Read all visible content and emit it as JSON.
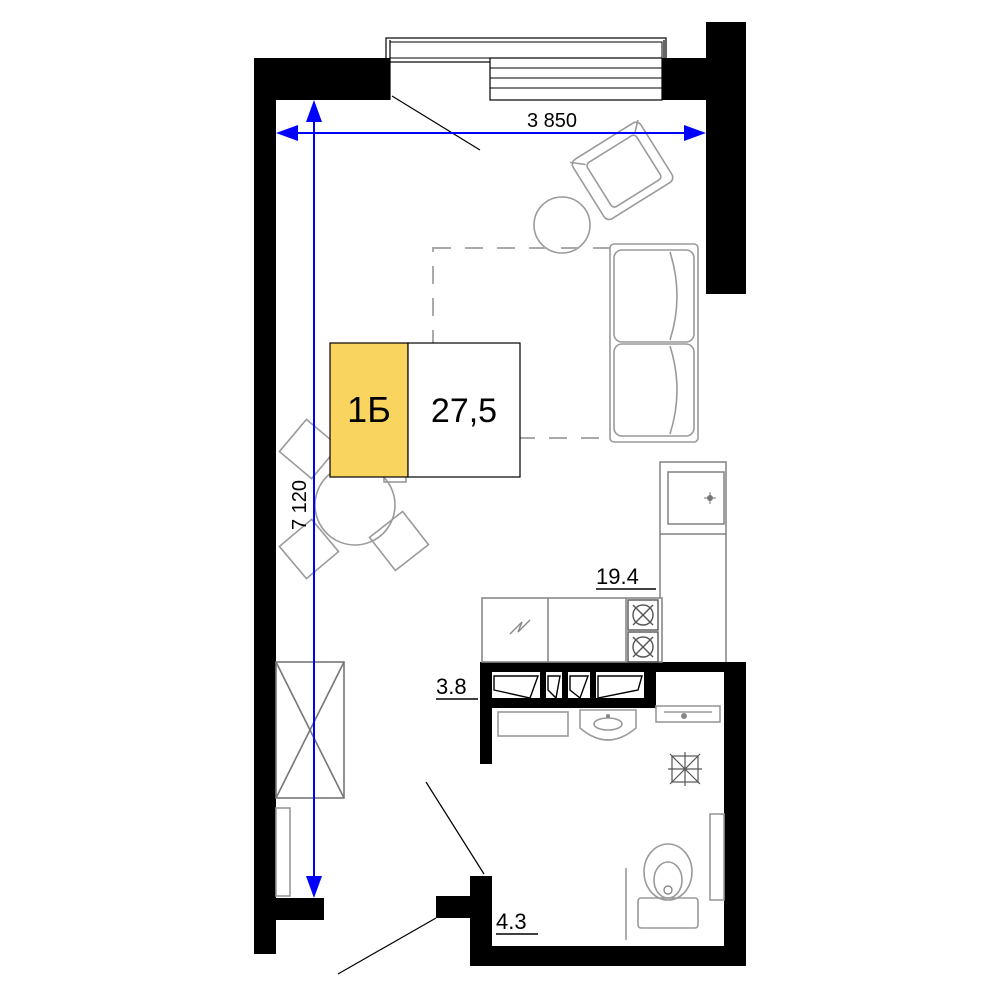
{
  "plan": {
    "unit_code": "1Б",
    "total_area": "27,5",
    "dimensions": {
      "width": "3 850",
      "height": "7 120"
    },
    "rooms": [
      {
        "id": "living",
        "area": "19.4"
      },
      {
        "id": "hall",
        "area": "3.8"
      },
      {
        "id": "bathroom",
        "area": "4.3"
      }
    ],
    "colors": {
      "badge": "#f9d45f",
      "dimension_line": "#0000ff",
      "wall": "#000000",
      "furniture": "#9a9a9a"
    }
  }
}
